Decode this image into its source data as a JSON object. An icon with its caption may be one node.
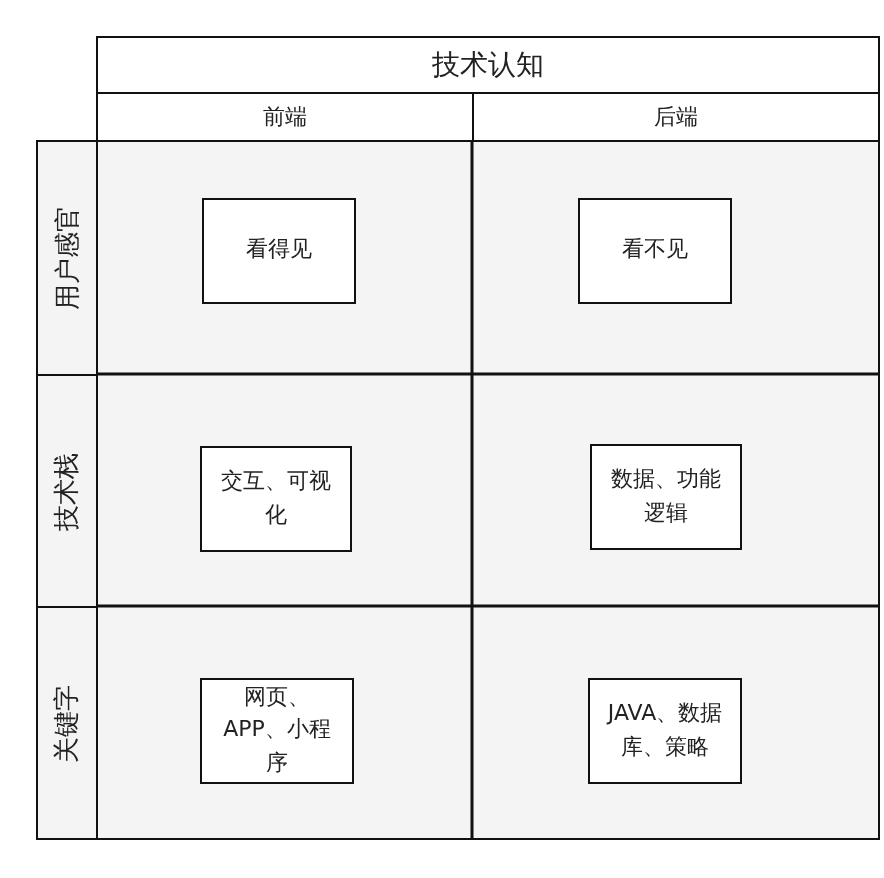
{
  "diagram": {
    "nodes": [
      {
        "text": [
          "技术认知"
        ]
      },
      {
        "text": [
          "前端"
        ]
      },
      {
        "text": [
          "后端"
        ]
      },
      {
        "text": [
          "用户感官"
        ]
      },
      {
        "text": [
          "技术栈"
        ]
      },
      {
        "text": [
          "关键字"
        ]
      },
      {
        "text": [
          "看得见"
        ]
      },
      {
        "text": [
          "看不见"
        ]
      },
      {
        "text": [
          "交互、可视化"
        ]
      },
      {
        "text": [
          "数据、功能逻辑"
        ]
      },
      {
        "text": [
          "网页、APP、小程序"
        ]
      },
      {
        "text": [
          "JAVA、数据库、策略"
        ]
      }
    ]
  }
}
